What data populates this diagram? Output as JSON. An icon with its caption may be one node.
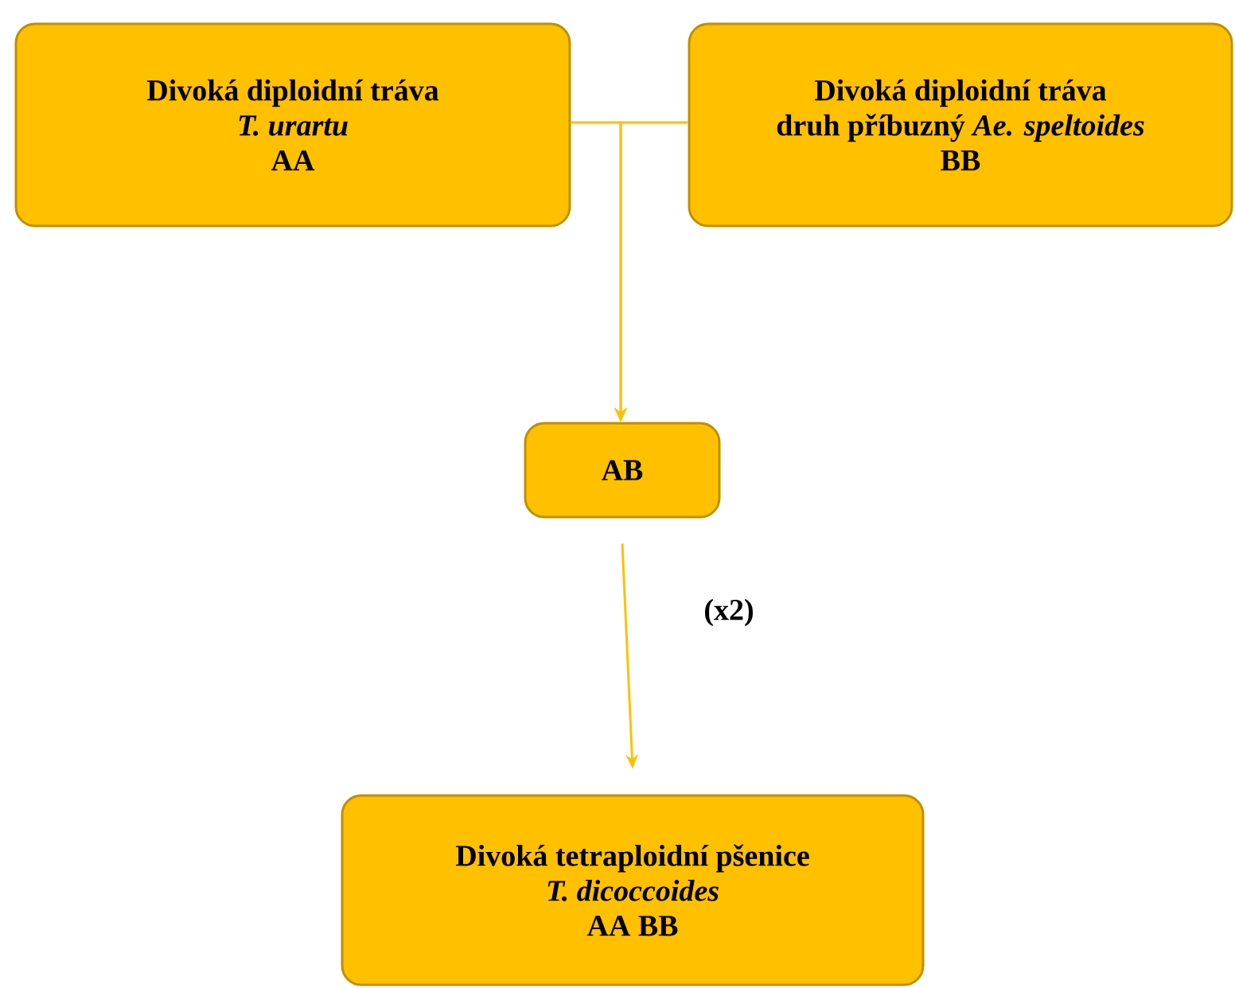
{
  "diagram": {
    "nodes": [
      {
        "text": [
          "Divoká diploidní tráva",
          "T. urartu",
          "AA"
        ]
      },
      {
        "text": [
          "Divoká diploidní tráva",
          "druh příbuzný *Ae. speltoides*",
          "BB"
        ]
      },
      {
        "text": [
          "AB"
        ]
      },
      {
        "text": [
          "Divoká tetraploidní pšenice",
          "T. dicoccoides",
          "AA BB"
        ]
      }
    ],
    "edges": [
      {
        "from": 0,
        "to": 2,
        "arrow": "to"
      },
      {
        "from": 1,
        "to": 2,
        "arrow": "to"
      },
      {
        "from": 2,
        "to": 3,
        "arrow": "to",
        "label": "(x2)"
      }
    ]
  }
}
